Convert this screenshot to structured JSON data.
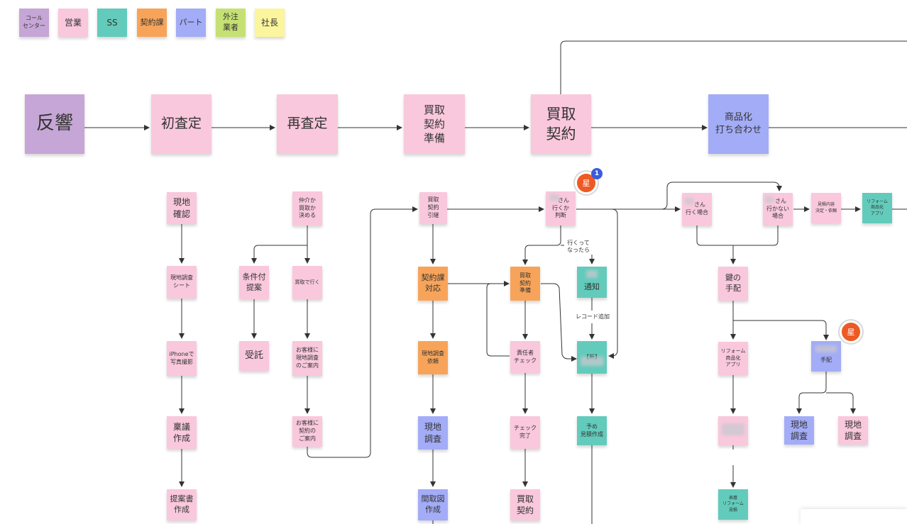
{
  "legend": [
    {
      "id": "call",
      "label": "コール\nセンター"
    },
    {
      "id": "sales",
      "label": "営業"
    },
    {
      "id": "ss",
      "label": "SS"
    },
    {
      "id": "kei",
      "label": "契約課"
    },
    {
      "id": "part",
      "label": "パート"
    },
    {
      "id": "out",
      "label": "外注\n業者"
    },
    {
      "id": "pres",
      "label": "社長"
    }
  ],
  "colors": {
    "call": "#c6a6d6",
    "sales": "#f9c8dc",
    "ss": "#63cbbb",
    "kei": "#f7a45a",
    "part": "#a3acf6",
    "out": "#c6e173",
    "pres": "#fbf59e",
    "arrow": "#333333",
    "badge": "#ee5a24"
  },
  "main_flow": [
    {
      "id": "m1",
      "label": "反響",
      "color": "call"
    },
    {
      "id": "m2",
      "label": "初査定",
      "color": "sales"
    },
    {
      "id": "m3",
      "label": "再査定",
      "color": "sales"
    },
    {
      "id": "m4",
      "label": "買取\n契約\n準備",
      "color": "sales"
    },
    {
      "id": "m5",
      "label": "買取\n契約",
      "color": "sales"
    },
    {
      "id": "m6",
      "label": "商品化\n打ち合わせ",
      "color": "part"
    }
  ],
  "sub_notes": [
    {
      "id": "a1",
      "label": "現地\n確認",
      "color": "sales"
    },
    {
      "id": "a2",
      "label": "現地調査\nシート",
      "color": "sales"
    },
    {
      "id": "a3",
      "label": "iPhoneで\n写真撮影",
      "color": "sales"
    },
    {
      "id": "a4",
      "label": "稟議\n作成",
      "color": "sales"
    },
    {
      "id": "a5",
      "label": "提案書\n作成",
      "color": "sales"
    },
    {
      "id": "b1",
      "label": "仲介か\n買取か\n決める",
      "color": "sales"
    },
    {
      "id": "b2",
      "label": "条件付\n提案",
      "color": "sales"
    },
    {
      "id": "b3",
      "label": "買取で行く",
      "color": "sales"
    },
    {
      "id": "b4",
      "label": "受託",
      "color": "sales"
    },
    {
      "id": "b5",
      "label": "お客様に\n現地調査\nのご案内",
      "color": "sales"
    },
    {
      "id": "b6",
      "label": "お客様に\n契約の\nご案内",
      "color": "sales"
    },
    {
      "id": "c1",
      "label": "買取\n契約\n引継",
      "color": "sales"
    },
    {
      "id": "c2",
      "label": "契約課\n対応",
      "color": "kei"
    },
    {
      "id": "c3",
      "label": "現地調査\n依頼",
      "color": "kei"
    },
    {
      "id": "c4",
      "label": "現地\n調査",
      "color": "part"
    },
    {
      "id": "c5",
      "label": "間取図\n作成",
      "color": "part"
    },
    {
      "id": "d1",
      "label": "　さん\n行くか\n判断",
      "color": "sales"
    },
    {
      "id": "d2",
      "label": "買取\n契約\n準備",
      "color": "kei"
    },
    {
      "id": "d3",
      "label": "責任者\nチェック",
      "color": "sales"
    },
    {
      "id": "d4",
      "label": "チェック\n完了",
      "color": "sales"
    },
    {
      "id": "d5",
      "label": "買取\n契約",
      "color": "sales"
    },
    {
      "id": "e1",
      "label": "\n通知",
      "color": "ss"
    },
    {
      "id": "e2",
      "label": "【新】\n",
      "color": "ss"
    },
    {
      "id": "e3",
      "label": "予め\n見積作成",
      "color": "ss"
    },
    {
      "id": "f1",
      "label": "　さん\n行く場合",
      "color": "sales"
    },
    {
      "id": "f2",
      "label": "　さん\n行かない\n場合",
      "color": "sales"
    },
    {
      "id": "f3",
      "label": "見積内容\n決定・依頼",
      "color": "sales"
    },
    {
      "id": "f4",
      "label": "リフォーム\n商品化\nアプリ",
      "color": "ss"
    },
    {
      "id": "g1",
      "label": "鍵の\n手配",
      "color": "sales"
    },
    {
      "id": "g2",
      "label": "リフォーム\n商品化\nアプリ",
      "color": "sales"
    },
    {
      "id": "g3",
      "label": "",
      "color": "sales"
    },
    {
      "id": "g4",
      "label": "表層\nリフォーム\n見積",
      "color": "ss"
    },
    {
      "id": "h1",
      "label": "\n手配",
      "color": "part"
    },
    {
      "id": "h2",
      "label": "現地\n調査",
      "color": "part"
    },
    {
      "id": "h3",
      "label": "現地\n調査",
      "color": "sales"
    }
  ],
  "edge_labels": [
    {
      "id": "l1",
      "text": "行くって\nなったら"
    },
    {
      "id": "l2",
      "text": "レコード追加"
    }
  ],
  "badges": [
    {
      "id": "star1",
      "text": "星"
    },
    {
      "id": "num1",
      "text": "1"
    },
    {
      "id": "star2",
      "text": "星"
    }
  ]
}
